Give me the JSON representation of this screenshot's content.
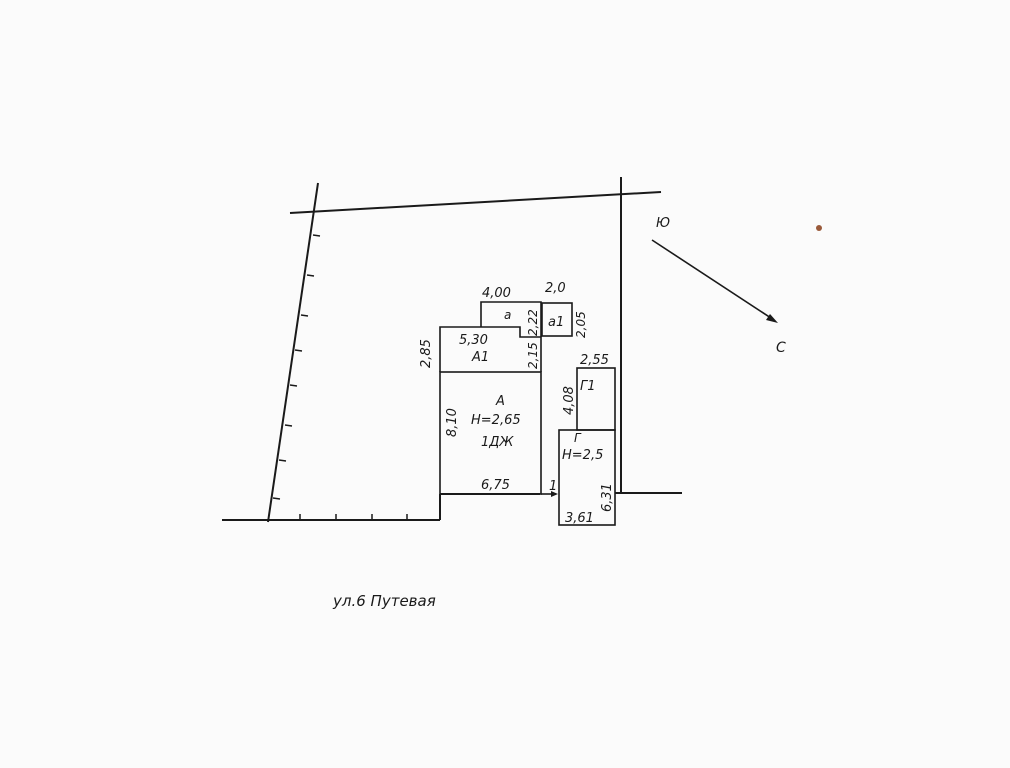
{
  "plan": {
    "street": "ул.6 Путевая",
    "compass": {
      "south": "Ю",
      "north": "С"
    },
    "buildings": {
      "A": {
        "label": "А",
        "height": "Н=2,65",
        "type": "1ДЖ",
        "width": "6,75",
        "depth": "8,10"
      },
      "A1": {
        "label": "А1",
        "width": "5,30",
        "depth_left": "2,85",
        "depth_right": "2,15"
      },
      "a": {
        "label": "а",
        "width": "4,00",
        "depth": "2,22"
      },
      "a1": {
        "label": "а1",
        "width": "2,0",
        "depth": "2,05"
      },
      "G1": {
        "label": "Г1",
        "width": "2,55",
        "depth": "4,08"
      },
      "G": {
        "label": "Г",
        "height": "Н=2,5",
        "width": "3,61",
        "depth": "6,31"
      }
    },
    "gate_label": "1"
  }
}
